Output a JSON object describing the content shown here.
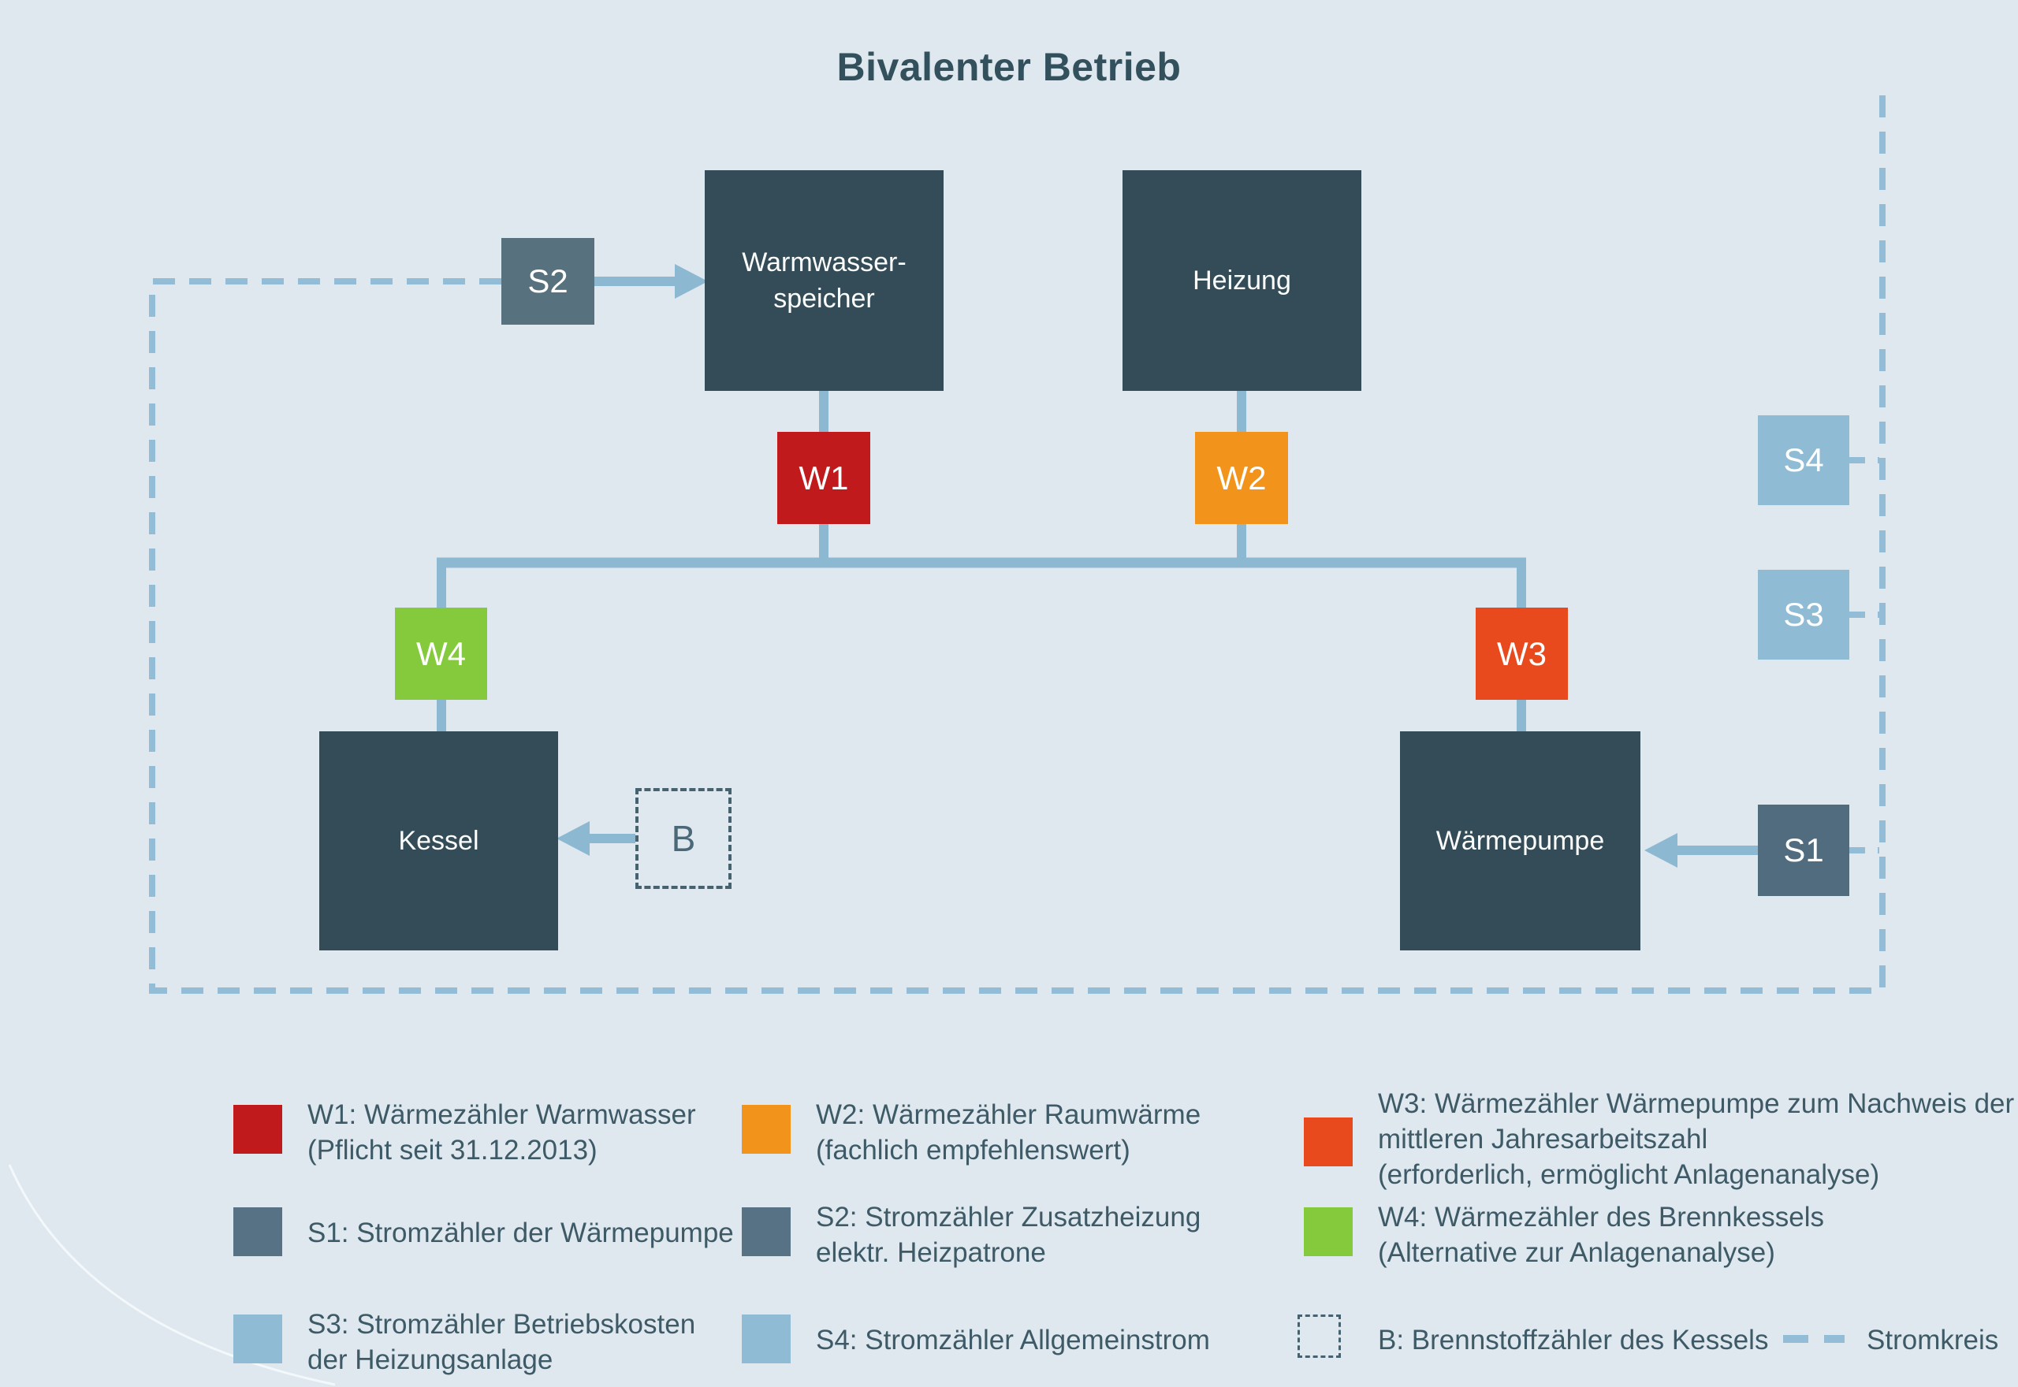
{
  "title": "Bivalenter Betrieb",
  "colors": {
    "background": "#dfe8ef",
    "node_dark": "#334c57",
    "meter_w1_red": "#c01a1c",
    "meter_w2_orange": "#f2941b",
    "meter_w3_orange_red": "#e84a1e",
    "meter_w4_green": "#85ca3c",
    "meter_s2_slate": "#57717f",
    "meter_s1_slate": "#506c7e",
    "meter_s3_s4_light_blue": "#8fbcd4",
    "line_blue": "#8cb8d1",
    "dashed_loop_blue": "#93bdd6",
    "text_dark": "#33515d"
  },
  "diagram": {
    "nodes": {
      "warmwasserspeicher": {
        "line1": "Warmwasser-",
        "line2": "speicher"
      },
      "heizung": {
        "label": "Heizung"
      },
      "kessel": {
        "label": "Kessel"
      },
      "waermepumpe": {
        "label": "Wärmepumpe"
      }
    },
    "meters": {
      "s2": "S2",
      "w1": "W1",
      "w2": "W2",
      "w3": "W3",
      "w4": "W4",
      "s4": "S4",
      "s3": "S3",
      "s1": "S1",
      "b": "B"
    }
  },
  "legend": {
    "w1": {
      "lines": [
        "W1: Wärmezähler Warmwasser",
        "(Pflicht seit 31.12.2013)"
      ]
    },
    "w2": {
      "lines": [
        "W2: Wärmezähler Raumwärme",
        "(fachlich empfehlenswert)"
      ]
    },
    "w3": {
      "lines": [
        "W3: Wärmezähler Wärmepumpe zum Nachweis der",
        "mittleren Jahresarbeitszahl",
        "(erforderlich, ermöglicht Anlagenanalyse)"
      ]
    },
    "s1": {
      "lines": [
        "S1: Stromzähler der Wärmepumpe"
      ]
    },
    "s2": {
      "lines": [
        "S2: Stromzähler Zusatzheizung",
        "elektr. Heizpatrone"
      ]
    },
    "w4": {
      "lines": [
        "W4: Wärmezähler des Brennkessels",
        "(Alternative zur Anlagenanalyse)"
      ]
    },
    "s3": {
      "lines": [
        "S3: Stromzähler Betriebskosten",
        "der Heizungsanlage"
      ]
    },
    "s4": {
      "lines": [
        "S4: Stromzähler Allgemeinstrom"
      ]
    },
    "b": {
      "lines": [
        "B: Brennstoffzähler des Kessels"
      ]
    },
    "stromkreis": {
      "label": "Stromkreis"
    }
  }
}
